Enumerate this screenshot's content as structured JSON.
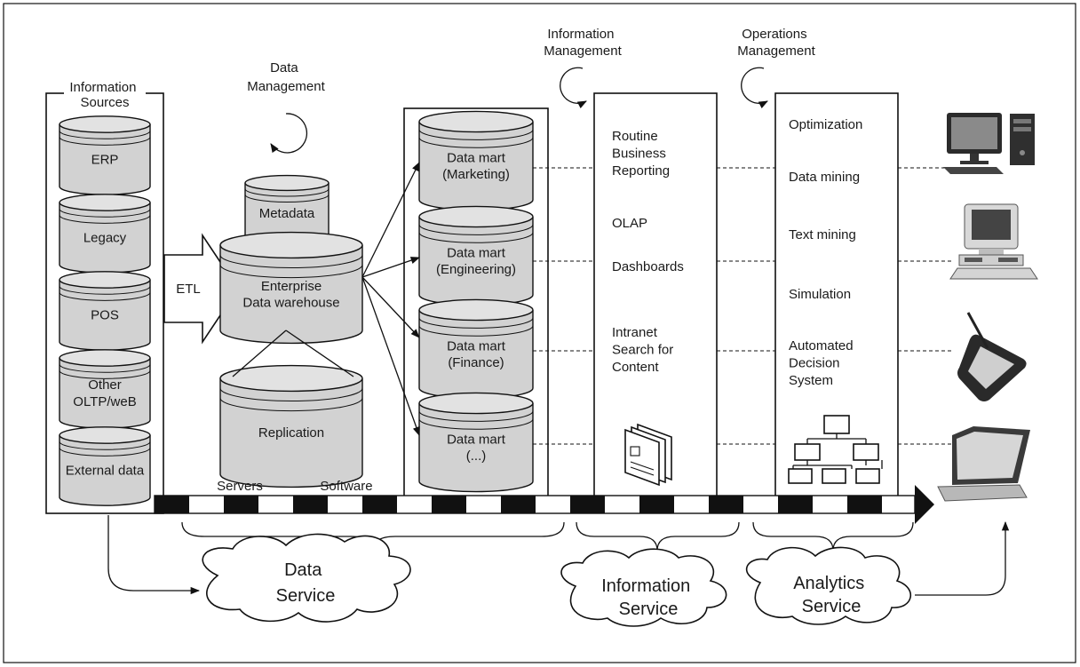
{
  "top_labels": {
    "info_mgmt": [
      "Information",
      "Management"
    ],
    "ops_mgmt": [
      "Operations",
      "Management"
    ],
    "data_mgmt": [
      "Data",
      "Management"
    ]
  },
  "sources": {
    "heading": [
      "Information",
      "Sources"
    ],
    "items": [
      [
        "ERP"
      ],
      [
        "Legacy"
      ],
      [
        "POS"
      ],
      [
        "Other",
        "OLTP/weB"
      ],
      [
        "External data"
      ]
    ]
  },
  "etl_label": "ETL",
  "warehouse": {
    "metadata": "Metadata",
    "edw": [
      "Enterprise",
      "Data warehouse"
    ],
    "replication": "Replication"
  },
  "marts": [
    [
      "Data mart",
      "(Marketing)"
    ],
    [
      "Data mart",
      "(Engineering)"
    ],
    [
      "Data mart",
      "(Finance)"
    ],
    [
      "Data mart",
      "(...)"
    ]
  ],
  "info_items": [
    [
      "Routine",
      "Business",
      "Reporting"
    ],
    [
      "OLAP"
    ],
    [
      "Dashboards"
    ],
    [
      "Intranet",
      "Search for",
      "Content"
    ]
  ],
  "ops_items": [
    [
      "Optimization"
    ],
    [
      "Data mining"
    ],
    [
      "Text mining"
    ],
    [
      "Simulation"
    ],
    [
      "Automated",
      "Decision",
      "System"
    ]
  ],
  "bar_labels": {
    "servers": "Servers",
    "software": "Software"
  },
  "clouds": {
    "data": [
      "Data",
      "Service"
    ],
    "info": [
      "Information",
      "Service"
    ],
    "analytics": [
      "Analytics",
      "Service"
    ]
  },
  "devices": [
    "desktop-computer-icon",
    "terminal-computer-icon",
    "tablet-icon",
    "laptop-icon"
  ]
}
